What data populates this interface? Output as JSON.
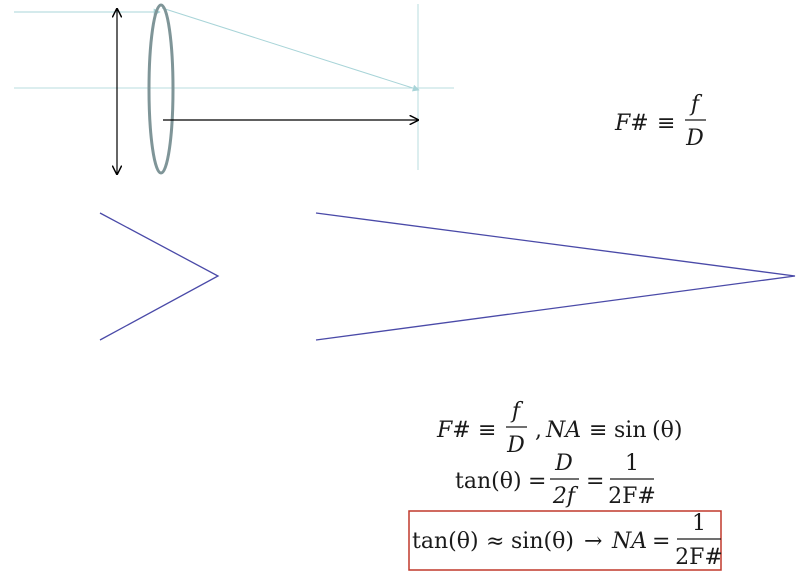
{
  "colors": {
    "ray": "#a8d4d8",
    "axis": "#b8dcdf",
    "lens": "#7f9598",
    "arrow": "#000000",
    "cone": "#4a4aa8",
    "box": "#c0392b",
    "text": "#1a1a1a"
  },
  "equation_top": {
    "lhs": "F#",
    "equiv": "≡",
    "num": "f",
    "den": "D"
  },
  "equations": {
    "line1": {
      "lhs": "F#",
      "equiv": "≡",
      "num": "f",
      "den": "D",
      "sep": ",",
      "na": "NA",
      "equiv2": "≡",
      "sin": "sin",
      "arg": "(θ)"
    },
    "line2": {
      "tan": "tan(θ)",
      "eq": "=",
      "num1": "D",
      "den1": "2f",
      "eq2": "=",
      "num2": "1",
      "den2": "2F#"
    },
    "line3": {
      "tan": "tan(θ)",
      "approx": "≈",
      "sin": "sin(θ)",
      "arrow": "→",
      "na": "NA",
      "eq": "=",
      "num": "1",
      "den": "2F#"
    }
  }
}
